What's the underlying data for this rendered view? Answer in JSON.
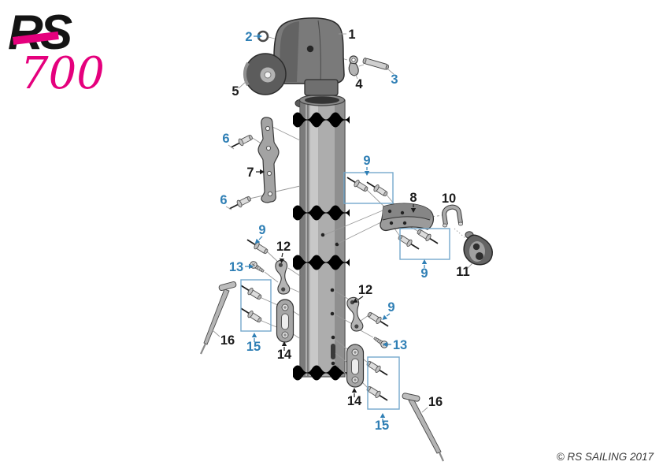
{
  "logo": {
    "brand": "RS",
    "model": "700"
  },
  "footer": {
    "copyright": "© RS SAILING 2017"
  },
  "colors": {
    "accent_blue": "#2f7fb5",
    "logo_magenta": "#e5007d",
    "tube_gray": "#adadad"
  },
  "callouts": {
    "c1": "1",
    "c2": "2",
    "c3": "3",
    "c4": "4",
    "c5": "5",
    "c6": "6",
    "c7": "7",
    "c8": "8",
    "c9": "9",
    "c10": "10",
    "c11": "11",
    "c12": "12",
    "c13": "13",
    "c14": "14",
    "c15": "15",
    "c16": "16"
  }
}
